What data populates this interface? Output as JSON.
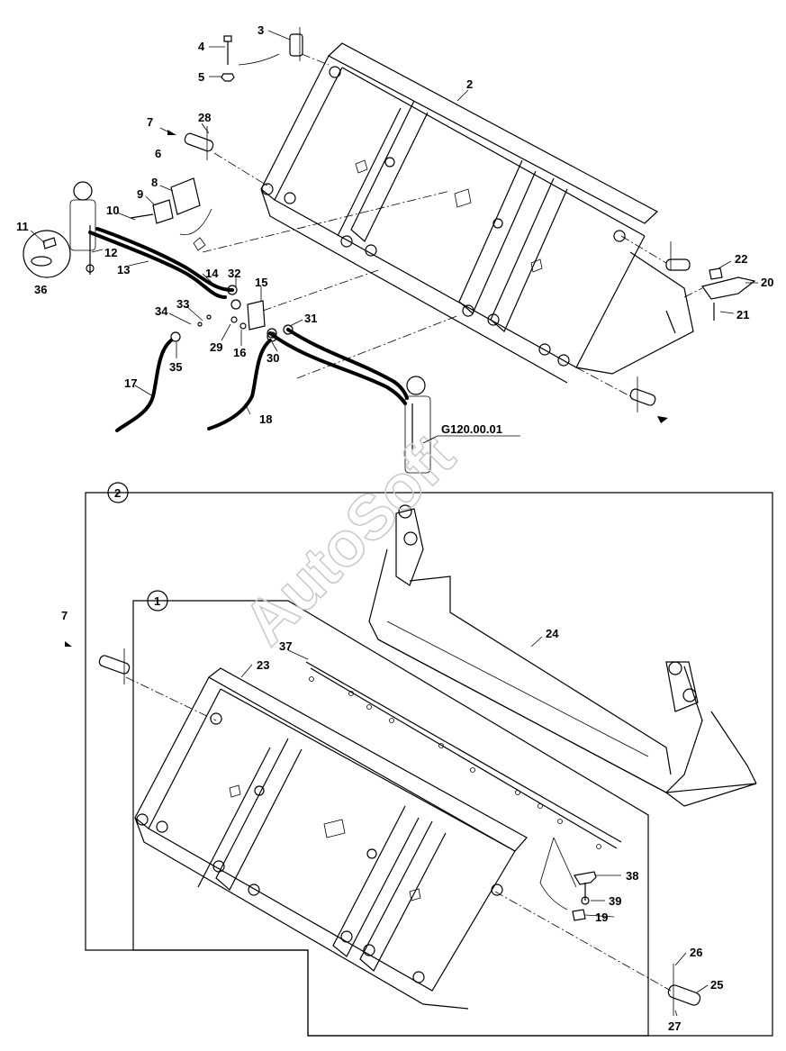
{
  "watermark": "AutoSoft",
  "assembly_code": "G120.00.01",
  "callouts": {
    "c2": "2",
    "c3": "3",
    "c4": "4",
    "c5": "5",
    "c6": "6",
    "c7a": "7",
    "c7b": "7",
    "c8": "8",
    "c9": "9",
    "c10": "10",
    "c11": "11",
    "c12": "12",
    "c13": "13",
    "c14": "14",
    "c15": "15",
    "c16": "16",
    "c17": "17",
    "c18": "18",
    "c19": "19",
    "c20": "20",
    "c21": "21",
    "c22": "22",
    "c23": "23",
    "c24": "24",
    "c25": "25",
    "c26": "26",
    "c27": "27",
    "c28": "28",
    "c29": "29",
    "c30": "30",
    "c31": "31",
    "c32": "32",
    "c33": "33",
    "c34": "34",
    "c35": "35",
    "c36": "36",
    "c37": "37",
    "c38": "38",
    "c39": "39"
  },
  "variants": {
    "v1": "1",
    "v2": "2"
  }
}
